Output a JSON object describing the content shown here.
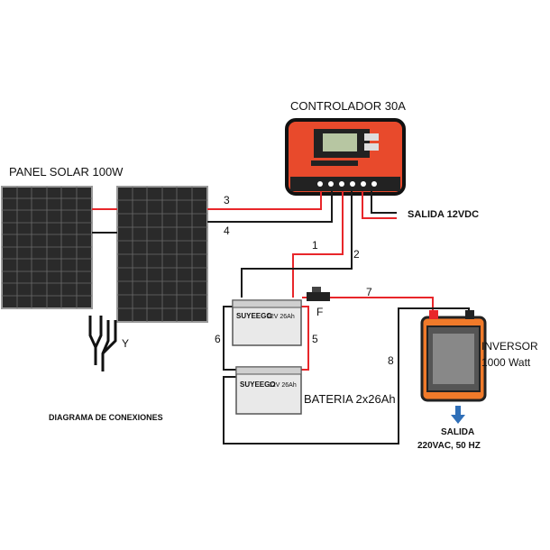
{
  "labels": {
    "controller": "CONTROLADOR 30A",
    "panel": "PANEL SOLAR 100W",
    "output_dc": "SALIDA   12VDC",
    "battery": "BATERIA 2x26Ah",
    "inverter_line1": "INVERSOR",
    "inverter_line2": "1000 Watt",
    "output_ac_line1": "SALIDA",
    "output_ac_line2": "220VAC, 50 HZ",
    "diagram_title": "DIAGRAMA DE CONEXIONES",
    "y_connector": "Y",
    "fuse": "F"
  },
  "wires": [
    "1",
    "2",
    "3",
    "4",
    "5",
    "6",
    "7",
    "8"
  ],
  "battery_brand": "SUYEEGO",
  "battery_spec": "12V 26Ah",
  "colors": {
    "positive": "#e8262a",
    "negative": "#1a1a1a",
    "controller_body": "#e84a2c",
    "inverter_body": "#f07a2a",
    "arrow": "#2f6fb8"
  }
}
